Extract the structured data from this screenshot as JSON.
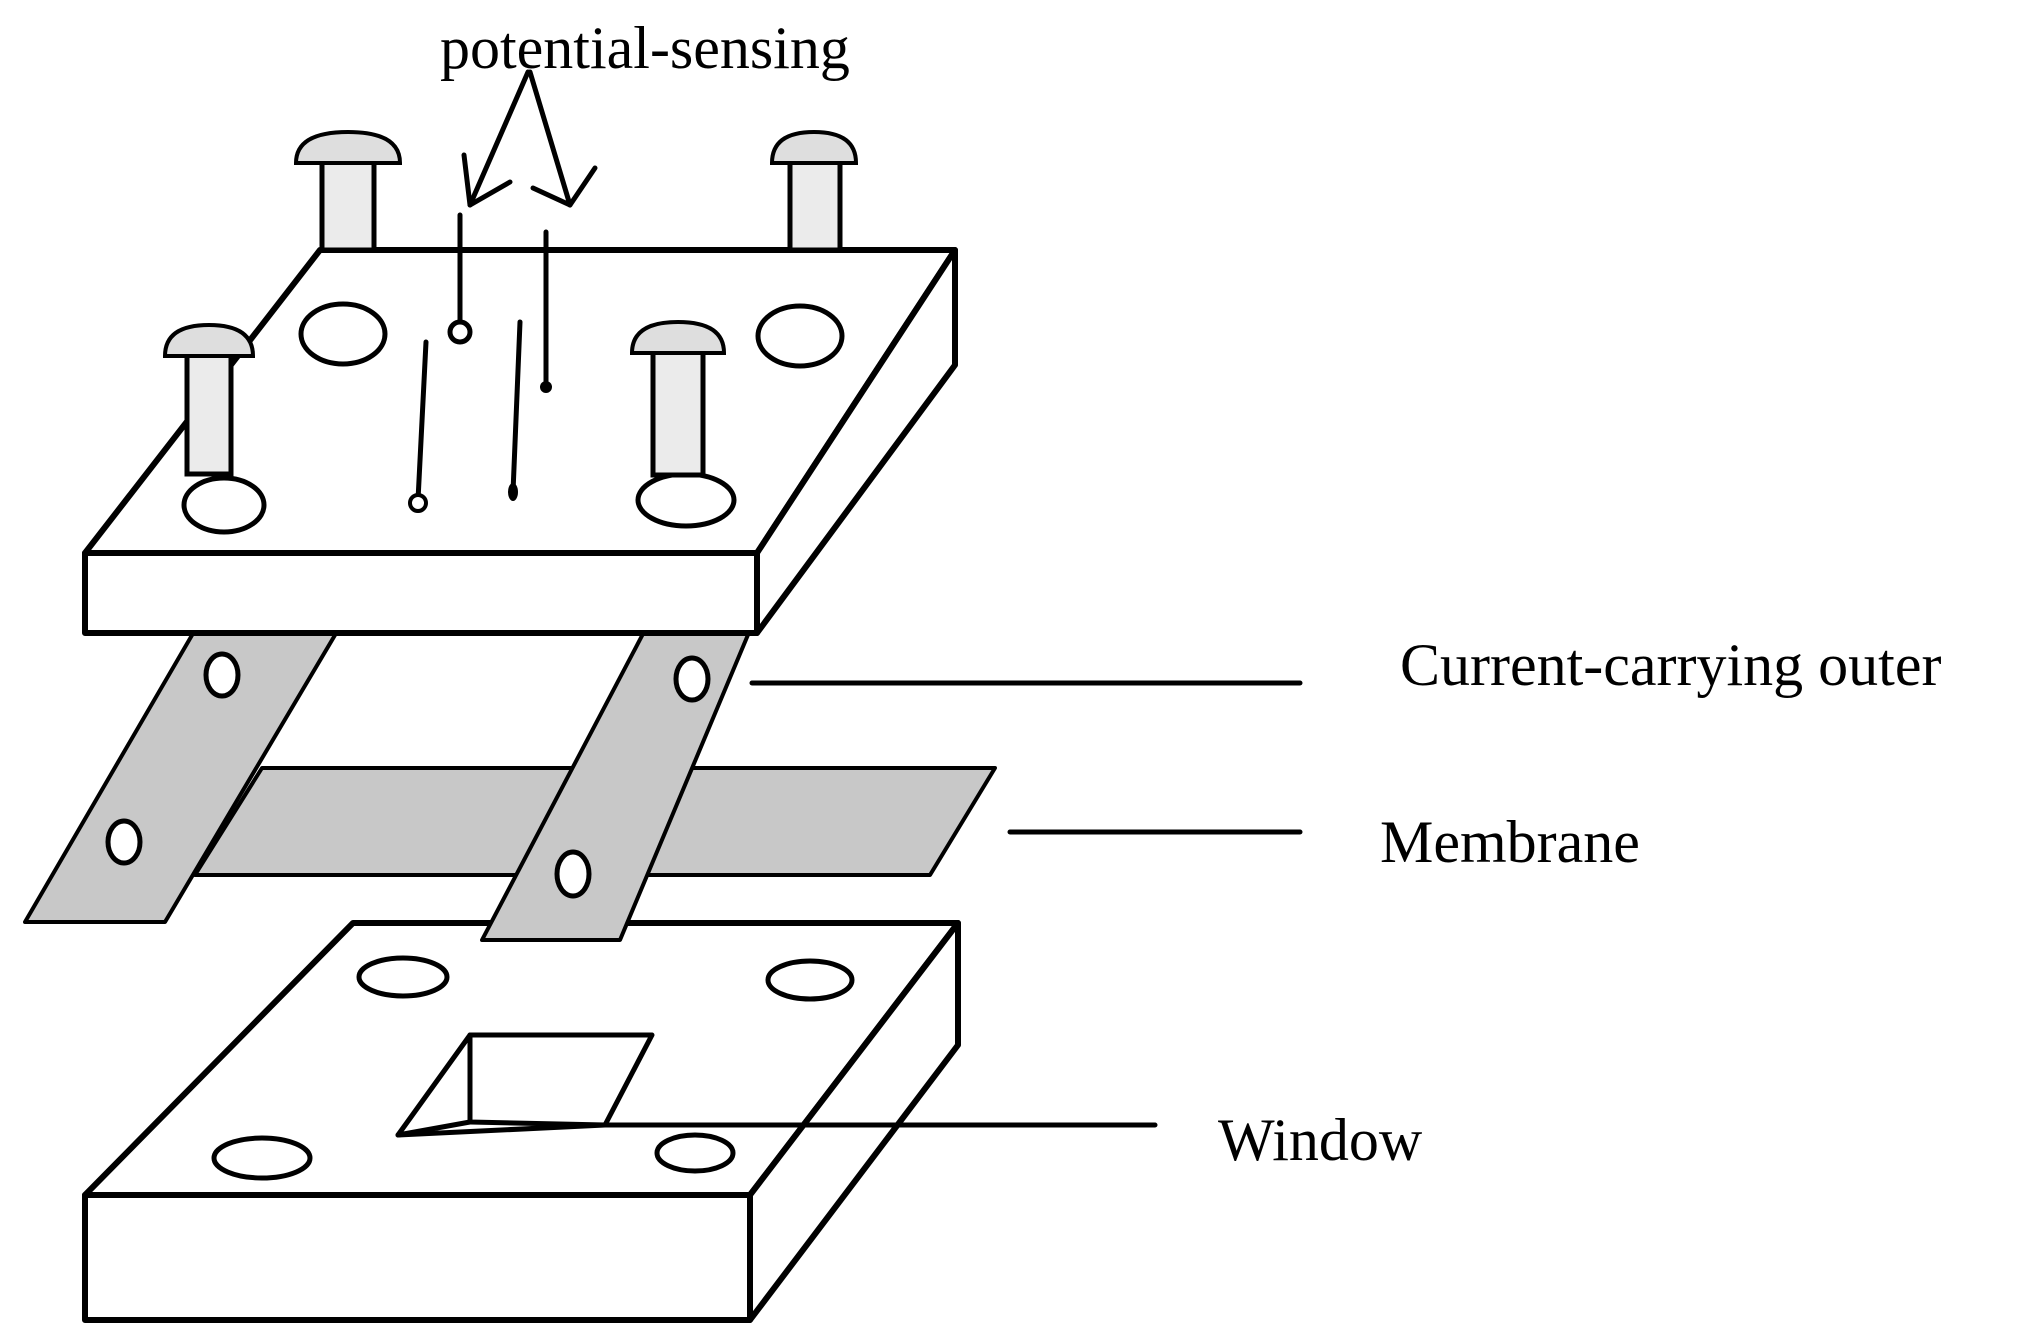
{
  "labels": {
    "potential_sensing": "potential-sensing",
    "current_carrying_outer": "Current-carrying outer",
    "membrane": "Membrane",
    "window": "Window"
  },
  "colors": {
    "strip_fill": "#c8c8c8",
    "bolt_shaft": "#ebebeb",
    "bolt_head": "#dedede",
    "ink": "#000000",
    "background": "#ffffff"
  }
}
